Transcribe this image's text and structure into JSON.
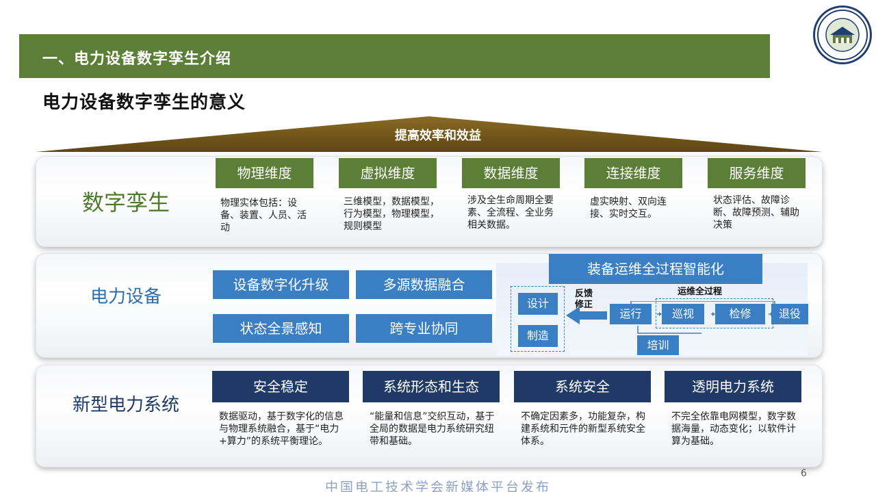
{
  "header": {
    "section_title": "一、电力设备数字孪生介绍"
  },
  "slide": {
    "title": "电力设备数字孪生的意义",
    "roof_text": "提高效率和效益",
    "page_number": "6"
  },
  "rows": {
    "digital_twin": {
      "label": "数字孪生",
      "dimensions": [
        {
          "title": "物理维度",
          "desc": "物理实体包括：设备、装置、人员、活动"
        },
        {
          "title": "虚拟维度",
          "desc": "三维模型，数据模型，行为模型，物理模型，规则模型"
        },
        {
          "title": "数据维度",
          "desc": "涉及全生命周期全要素、全流程、全业务相关数据。"
        },
        {
          "title": "连接维度",
          "desc": "虚实映射、双向连接、实时交互。"
        },
        {
          "title": "服务维度",
          "desc": "状态评估、故障诊断、故障预测、辅助决策"
        }
      ]
    },
    "power_equipment": {
      "label": "电力设备",
      "buttons": [
        "设备数字化升级",
        "多源数据融合",
        "状态全景感知",
        "跨专业协同"
      ],
      "flow": {
        "title": "装备运维全过程智能化",
        "design": "设计",
        "manufacture": "制造",
        "feedback": "反馈修正",
        "process_label": "运维全过程",
        "run": "运行",
        "patrol": "巡视",
        "repair": "检修",
        "retire": "退役",
        "training": "培训"
      }
    },
    "new_power_system": {
      "label": "新型电力系统",
      "items": [
        {
          "title": "安全稳定",
          "desc": "数据驱动，基于数字化的信息与物理系统融合，基于“电力+算力”的系统平衡理论。"
        },
        {
          "title": "系统形态和生态",
          "desc": "“能量和信息”交织互动，基于全局的数据是电力系统研究纽带和基础。"
        },
        {
          "title": "系统安全",
          "desc": "不确定因素多，功能复杂，构建系统和元件的新型系统安全体系。"
        },
        {
          "title": "透明电力系统",
          "desc": "不完全依靠电网模型，数字数据海量，动态变化；以软件计算为基础。"
        }
      ]
    }
  },
  "footer": {
    "text": "中国电工技术学会新媒体平台发布"
  },
  "colors": {
    "green": "#5b7f36",
    "blue": "#3a7fc4",
    "navy": "#1f3a66",
    "roof": "#7a5a1c"
  },
  "icons": {
    "logo": "university-seal-icon"
  }
}
